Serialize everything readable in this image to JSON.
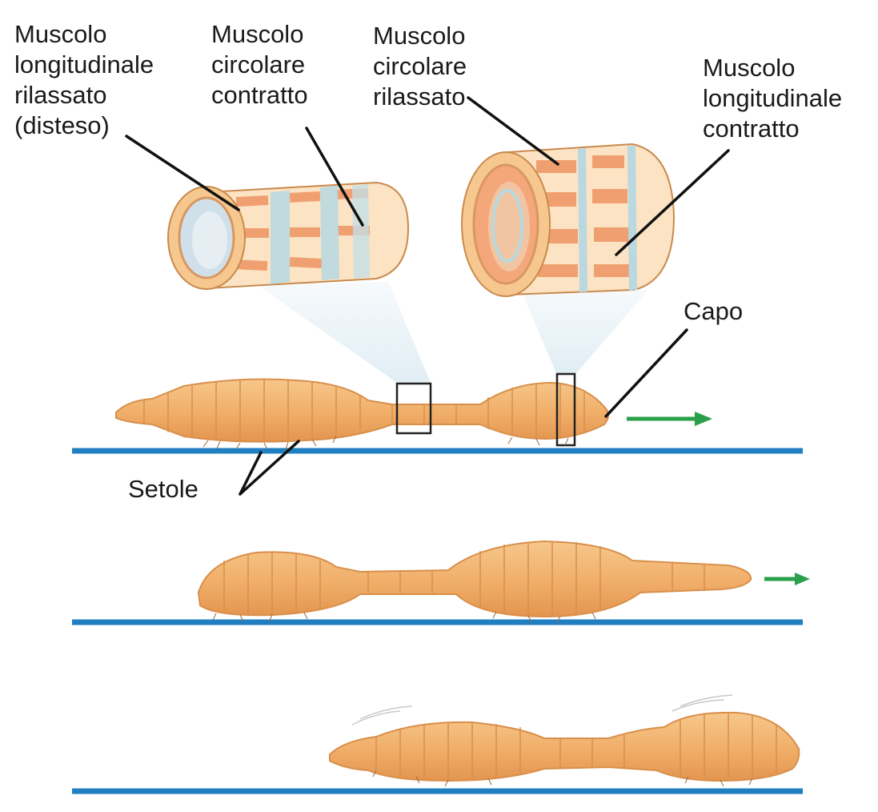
{
  "labels": {
    "long_relaxed": [
      "Muscolo",
      "longitudinale",
      "rilassato",
      "(disteso)"
    ],
    "circ_contracted": [
      "Muscolo",
      "circolare",
      "contratto"
    ],
    "circ_relaxed": [
      "Muscolo",
      "circolare",
      "rilassato"
    ],
    "long_contracted": [
      "Muscolo",
      "longitudinale",
      "contratto"
    ],
    "head": "Capo",
    "bristles": "Setole"
  },
  "colors": {
    "ground_line": "#1f7fc1",
    "arrow": "#2aa04a",
    "worm_body": "#f2b26c",
    "worm_outline": "#d98f4a",
    "muscle_longitudinal": "#f0a070",
    "muscle_circular": "#b9d8e0",
    "leader_line": "#111111"
  },
  "icons": {
    "direction_arrow": "arrow-right-icon"
  }
}
